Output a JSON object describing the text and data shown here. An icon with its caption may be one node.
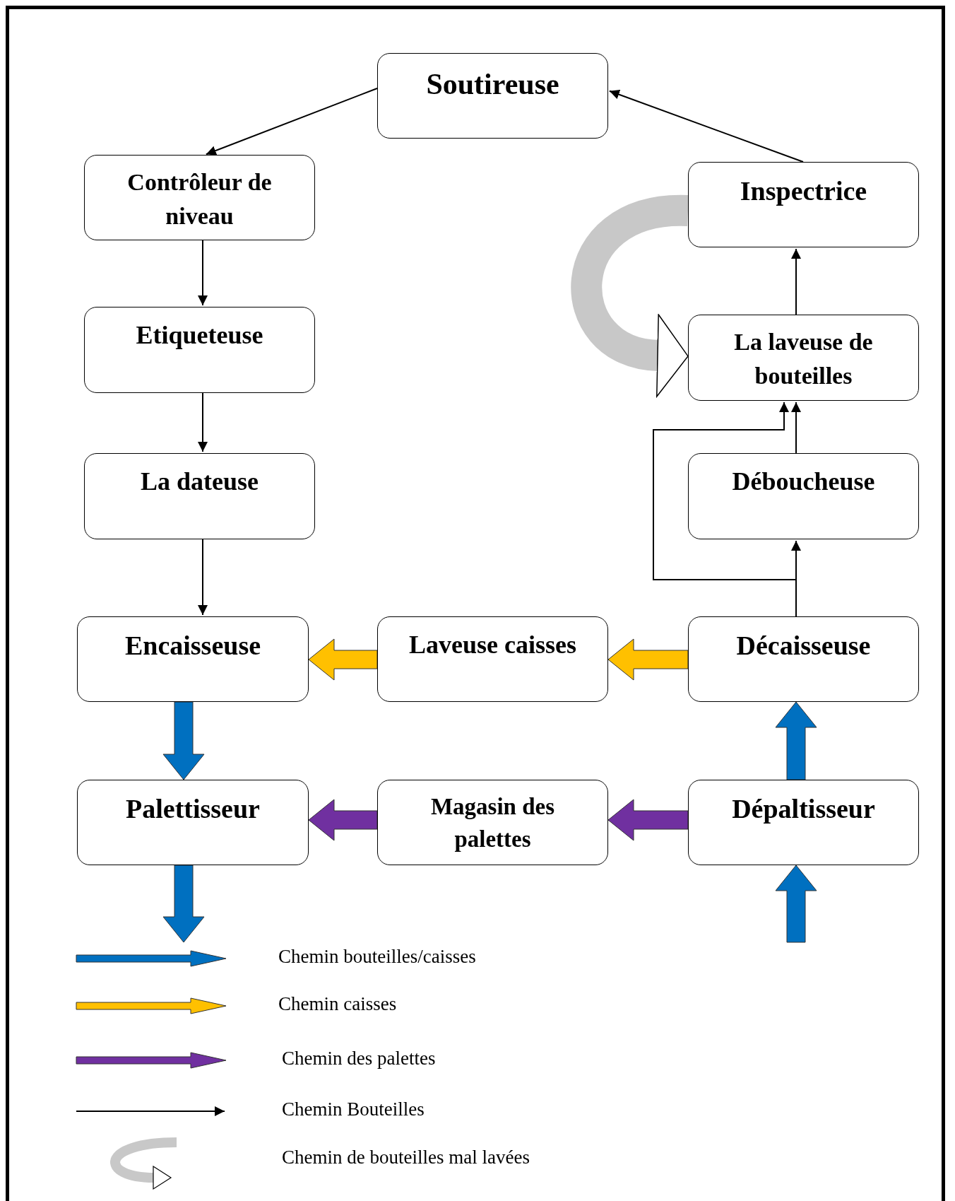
{
  "diagram": {
    "nodes": [
      {
        "text": [
          "Soutireuse"
        ]
      },
      {
        "text": [
          "Contrôleur de niveau"
        ]
      },
      {
        "text": [
          "Etiqueteuse"
        ]
      },
      {
        "text": [
          "La dateuse"
        ]
      },
      {
        "text": [
          "Encaisseuse"
        ]
      },
      {
        "text": [
          "Laveuse caisses"
        ]
      },
      {
        "text": [
          "Décaisseuse"
        ]
      },
      {
        "text": [
          "Palettisseur"
        ]
      },
      {
        "text": [
          "Magasin des palettes"
        ]
      },
      {
        "text": [
          "Dépaltisseur"
        ]
      },
      {
        "text": [
          "Déboucheuse"
        ]
      },
      {
        "text": [
          "La laveuse de bouteilles"
        ]
      },
      {
        "text": [
          "Inspectrice"
        ]
      }
    ],
    "edges": [
      {
        "from": 0,
        "to": 1,
        "arrow": "to"
      },
      {
        "from": 12,
        "to": 0,
        "arrow": "to"
      },
      {
        "from": 1,
        "to": 2,
        "arrow": "to"
      },
      {
        "from": 2,
        "to": 3,
        "arrow": "to"
      },
      {
        "from": 3,
        "to": 4,
        "arrow": "to"
      },
      {
        "from": 6,
        "to": 10,
        "arrow": "to"
      },
      {
        "from": 10,
        "to": 11,
        "arrow": "to"
      },
      {
        "from": 6,
        "to": 11,
        "arrow": "to"
      },
      {
        "from": 11,
        "to": 12,
        "arrow": "to"
      },
      {
        "from": 12,
        "to": 11,
        "arrow": "to",
        "style": "thick",
        "color": "#c8c8c8"
      },
      {
        "from": 6,
        "to": 5,
        "arrow": "to",
        "style": "thick",
        "color": "#ffc000"
      },
      {
        "from": 5,
        "to": 4,
        "arrow": "to",
        "style": "thick",
        "color": "#ffc000"
      },
      {
        "from": 4,
        "to": 7,
        "arrow": "to",
        "style": "thick",
        "color": "#0070c0"
      },
      {
        "from": 7,
        "to": null,
        "arrow": "to",
        "style": "thick",
        "color": "#0070c0"
      },
      {
        "from": null,
        "to": 9,
        "arrow": "to",
        "style": "thick",
        "color": "#0070c0"
      },
      {
        "from": 9,
        "to": 6,
        "arrow": "to",
        "style": "thick",
        "color": "#0070c0"
      },
      {
        "from": 9,
        "to": 8,
        "arrow": "to",
        "style": "thick",
        "color": "#7030a0"
      },
      {
        "from": 8,
        "to": 7,
        "arrow": "to",
        "style": "thick",
        "color": "#7030a0"
      }
    ],
    "legend": [
      {
        "text": "Chemin bouteilles/caisses"
      },
      {
        "text": "Chemin caisses"
      },
      {
        "text": "Chemin des palettes"
      },
      {
        "text": "Chemin Bouteilles"
      },
      {
        "text": "Chemin de bouteilles mal lavées"
      }
    ]
  }
}
